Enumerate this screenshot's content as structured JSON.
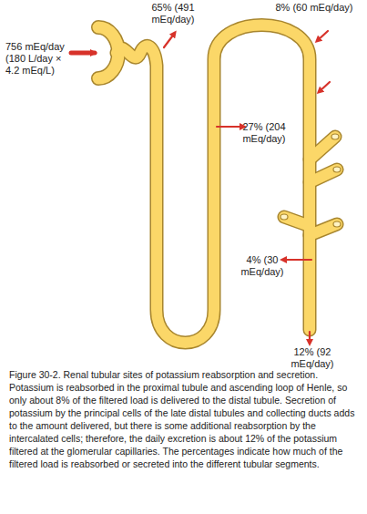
{
  "diagram": {
    "caption": "Figure 30-2. Renal tubular sites of potassium reabsorption and secretion. Potassium is reabsorbed in the proximal tubule and ascending loop of Henle, so only about 8% of the filtered load is delivered to the distal tubule. Secretion of potassium by the principal cells of the late distal tubules and collecting ducts adds to the amount delivered, but there is some additional reabsorption by the intercalated cells; therefore, the daily excretion is about 12% of the potassium filtered at the glomerular capillaries. The percentages indicate how much of the filtered load is reabsorbed or secreted into the different tubular segments.",
    "labels": [
      "756 mEq/day (180 L/day × 4.2 mEq/L)",
      "65% (491 mEq/day)",
      "8% (60 mEq/day)",
      "27% (204 mEq/day)",
      "4% (30 mEq/day)",
      "12% (92 mEq/day)"
    ]
  }
}
